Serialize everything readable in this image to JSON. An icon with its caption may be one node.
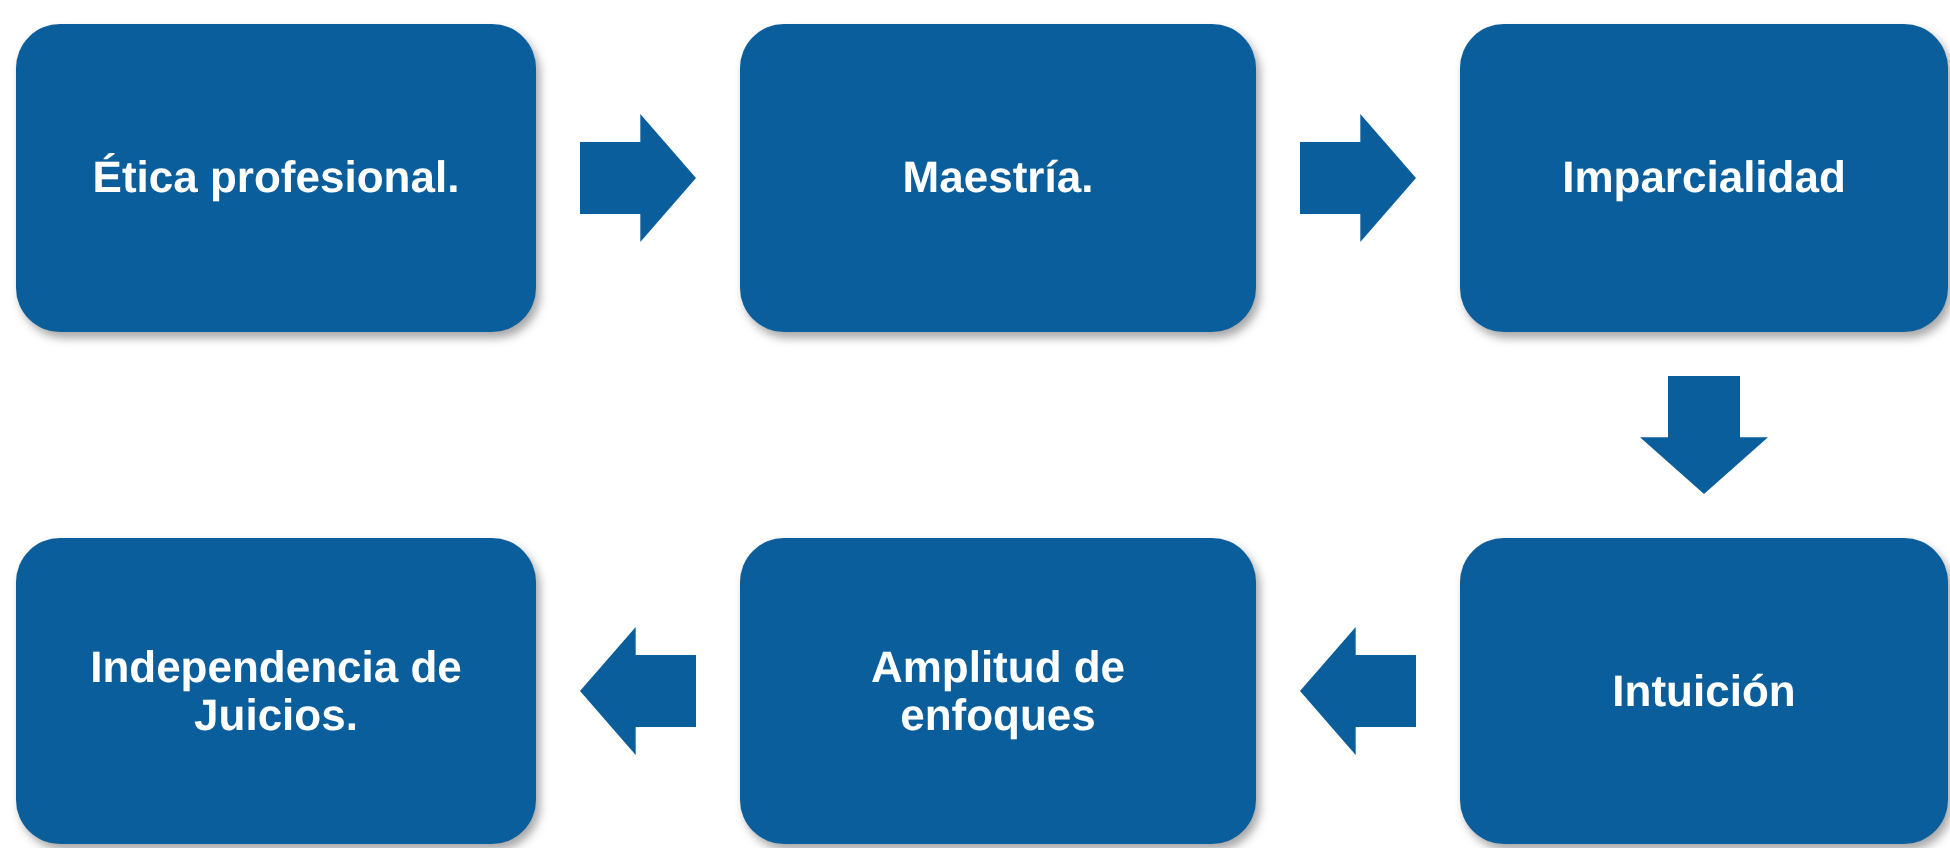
{
  "diagram": {
    "nodes": [
      {
        "text": [
          "Ética profesional."
        ]
      },
      {
        "text": [
          "Maestría."
        ]
      },
      {
        "text": [
          "Imparcialidad"
        ]
      },
      {
        "text": [
          "Independencia de Juicios."
        ]
      },
      {
        "text": [
          "Amplitud de enfoques"
        ]
      },
      {
        "text": [
          "Intuición"
        ]
      }
    ],
    "edges": [
      {
        "from": 0,
        "to": 1,
        "arrow": "to"
      },
      {
        "from": 1,
        "to": 2,
        "arrow": "to"
      },
      {
        "from": 2,
        "to": 5,
        "arrow": "to"
      },
      {
        "from": 5,
        "to": 4,
        "arrow": "to"
      },
      {
        "from": 4,
        "to": 3,
        "arrow": "to"
      }
    ]
  }
}
